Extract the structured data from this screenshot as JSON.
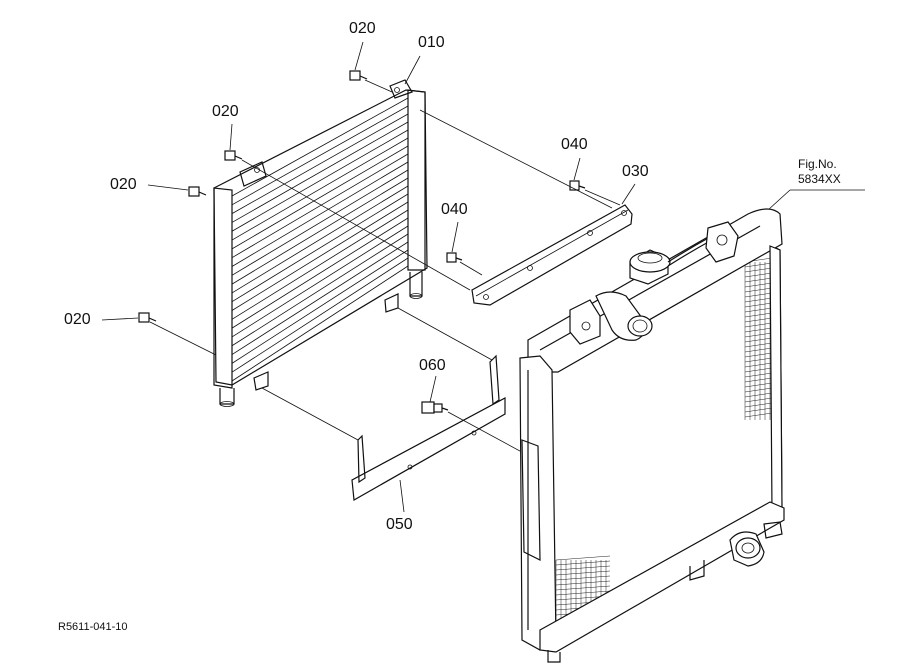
{
  "diagram": {
    "part_labels": {
      "p010": "010",
      "p020_top": "020",
      "p020_upper": "020",
      "p020_mid": "020",
      "p020_low": "020",
      "p030": "030",
      "p040_right": "040",
      "p040_left": "040",
      "p050": "050",
      "p060": "060"
    },
    "figure_ref": {
      "line1": "Fig.No.",
      "line2": "5834XX"
    },
    "drawing_code": "R5611-041-10"
  }
}
